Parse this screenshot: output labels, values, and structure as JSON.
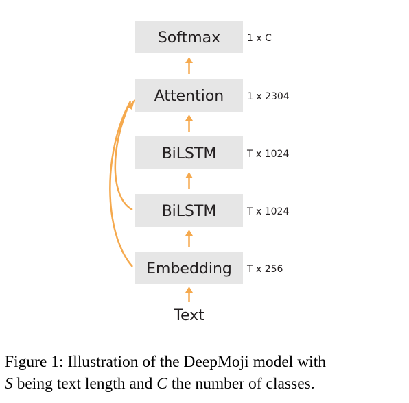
{
  "diagram": {
    "layers": [
      {
        "id": "softmax",
        "label": "Softmax",
        "dim": "1 x C"
      },
      {
        "id": "attention",
        "label": "Attention",
        "dim": "1 x 2304"
      },
      {
        "id": "bilstm-2",
        "label": "BiLSTM",
        "dim": "T x 1024"
      },
      {
        "id": "bilstm-1",
        "label": "BiLSTM",
        "dim": "T x 1024"
      },
      {
        "id": "embedding",
        "label": "Embedding",
        "dim": "T x 256"
      }
    ],
    "input_label": "Text",
    "colors": {
      "box": "#e6e6e6",
      "arrow": "#f5a94d",
      "text": "#231f20"
    }
  },
  "caption": {
    "prefix": "Figure 1: Illustration of the DeepMoji model with",
    "var_s": "S",
    "middle": " being text length and ",
    "var_c": "C",
    "suffix": " the number of classes."
  }
}
